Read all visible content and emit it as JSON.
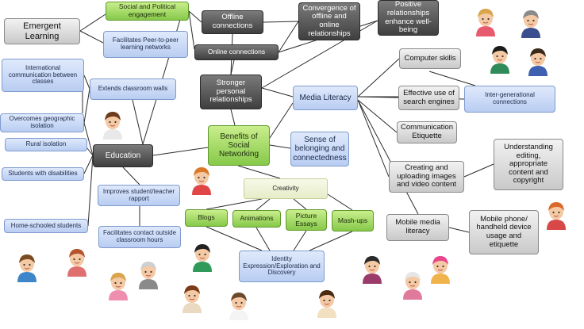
{
  "nodes": {
    "emergent_learning": "Emergent Learning",
    "social_political": "Social and Political engagement",
    "peer_to_peer": "Facilitates Peer-to-peer learning networks",
    "offline_connections": "Offline connections",
    "convergence": "Convergence of offline and online relationships",
    "positive_relationships": "Positive relationships enhance well-being",
    "online_connections": "Online connections",
    "international": "International communication between classes",
    "extends_walls": "Extends classroom walls",
    "stronger_relationships": "Stronger personal relationships",
    "media_literacy": "Media Literacy",
    "computer_skills": "Computer skills",
    "search_engines": "Effective use of search engines",
    "inter_generational": "Inter-generational connections",
    "geographic_isolation": "Overcomes geographic isolation",
    "rural_isolation": "Rural isolation",
    "education": "Education",
    "benefits": "Benefits of Social Networking",
    "belonging": "Sense of belonging and connectedness",
    "communication_etiquette": "Communication Etiquette",
    "understanding_editing": "Understanding editing, appropriate content and copyright",
    "disabilities": "Students with disabilities",
    "creativity": "Creativity",
    "uploading": "Creating and uploading images and video content",
    "student_teacher": "Improves student/teacher rapport",
    "blogs": "Blogs",
    "animations": "Animations",
    "picture_essays": "Picture Essays",
    "mashups": "Mash-ups",
    "mobile_literacy": "Mobile media literacy",
    "mobile_phone": "Mobile phone/ handheld device usage and etiquette",
    "home_schooled": "Home-schooled students",
    "contact_outside": "Facilitates contact outside classroom hours",
    "identity": "Identity Expression/Exploration and Discovery"
  },
  "colors": {
    "blue_box": "#c9daf6",
    "dark_box": "#555555",
    "green_box": "#a6dc6a",
    "grey_box": "#dedede",
    "cream_box": "#eef2d8",
    "connector": "#2b2b2b"
  },
  "people": [
    {
      "name": "girl-blonde",
      "hair": "#d9a44a",
      "shirt": "#e85b6e"
    },
    {
      "name": "old-man",
      "hair": "#8a8a8a",
      "shirt": "#3b4f8f"
    },
    {
      "name": "woman-dark",
      "hair": "#1a1a1a",
      "shirt": "#2f8b5a"
    },
    {
      "name": "man-dark-hair",
      "hair": "#3a2a1a",
      "shirt": "#3f5fb0"
    },
    {
      "name": "girl-brown",
      "hair": "#6b3d1e",
      "shirt": "#e8e8e8"
    },
    {
      "name": "boy-orange",
      "hair": "#d97a2b",
      "shirt": "#e14646"
    },
    {
      "name": "girl-redhead",
      "hair": "#d8692a",
      "shirt": "#d94848"
    },
    {
      "name": "boy-brown",
      "hair": "#7a4a22",
      "shirt": "#3e86c9"
    },
    {
      "name": "girl-red",
      "hair": "#b5532c",
      "shirt": "#e07070"
    },
    {
      "name": "girl-blonde-2",
      "hair": "#d9a44a",
      "shirt": "#ee8fb0"
    },
    {
      "name": "grandpa-glasses",
      "hair": "#cfcfcf",
      "shirt": "#8a8a8a"
    },
    {
      "name": "man-black-hair",
      "hair": "#222222",
      "shirt": "#2f9a5a"
    },
    {
      "name": "girl-ponytail",
      "hair": "#7a3b18",
      "shirt": "#e8d9c0"
    },
    {
      "name": "boy-tie",
      "hair": "#6b4a2a",
      "shirt": "#f4f4f4"
    },
    {
      "name": "girl-long-hair",
      "hair": "#4a2a12",
      "shirt": "#f2e0c0"
    },
    {
      "name": "woman-glasses",
      "hair": "#2a2a2a",
      "shirt": "#9a3b6a"
    },
    {
      "name": "grandma",
      "hair": "#e6e6e6",
      "shirt": "#e07a9a"
    },
    {
      "name": "girl-pink-hat",
      "hair": "#e8468a",
      "shirt": "#f0b24a"
    }
  ]
}
